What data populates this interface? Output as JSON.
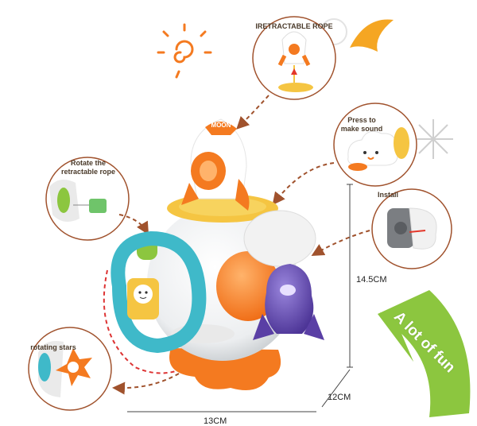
{
  "callouts": {
    "rope_top": "IRETRACTABLE ROPE",
    "sound": "Press to make sound",
    "rope_left": "Rotate the retractable rope",
    "install": "Install",
    "stars": "rotating stars"
  },
  "dimensions": {
    "height": "14.5CM",
    "depth": "12CM",
    "width": "13CM"
  },
  "badge": {
    "text": "A lot of fun",
    "color": "#8cc63f"
  },
  "rocket_label": "MOON",
  "colors": {
    "orange": "#f47a20",
    "teal": "#3fb9c9",
    "purple": "#6a4fb0",
    "yellow": "#f5c542",
    "arrow": "#a0522d"
  }
}
